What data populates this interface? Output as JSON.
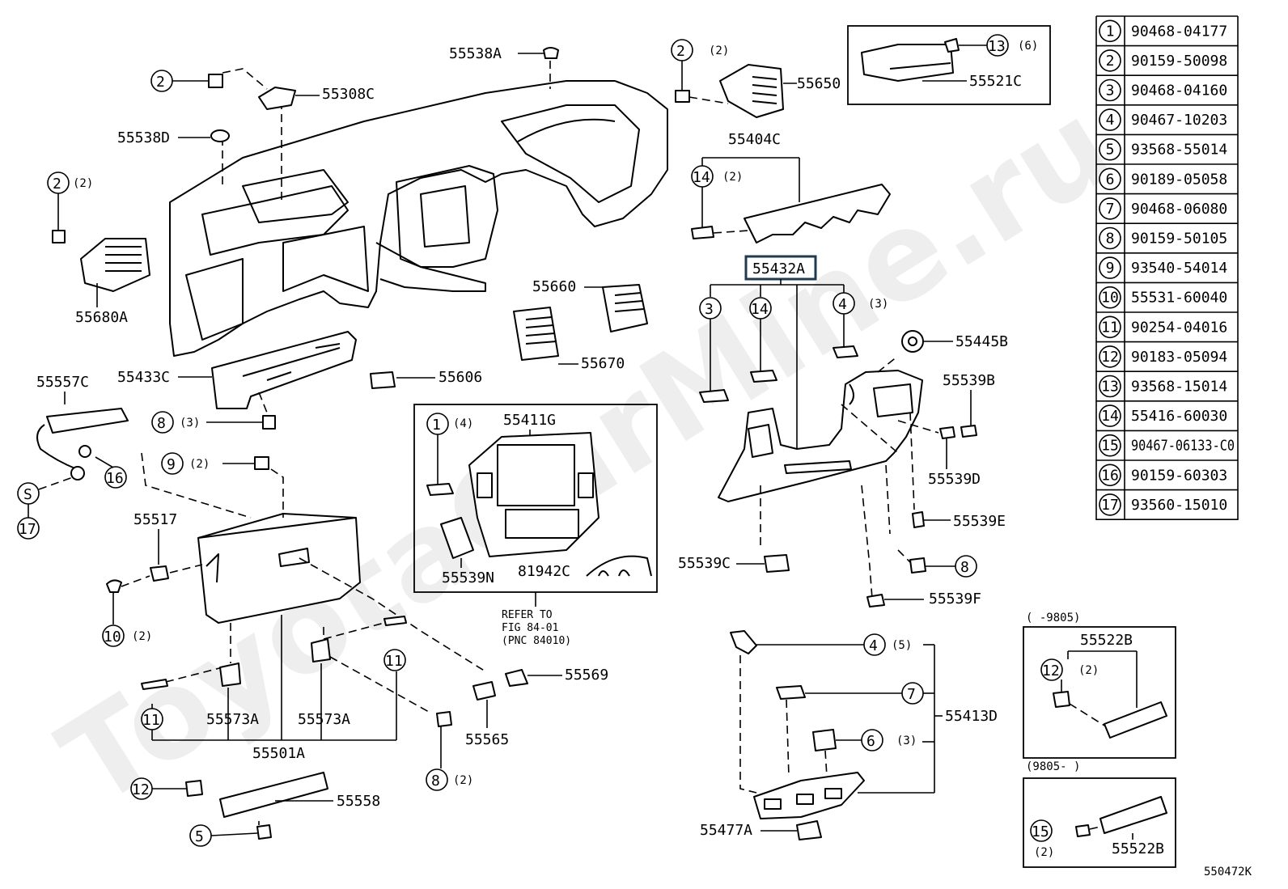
{
  "watermark": "ToyotaCarMine.ru",
  "diagram_id": "550472K",
  "labels": {
    "p55538A": "55538A",
    "p55308C": "55308C",
    "p55538D": "55538D",
    "p55680A": "55680A",
    "p55433C": "55433C",
    "p55606": "55606",
    "p55557C": "55557C",
    "p55660": "55660",
    "p55670": "55670",
    "p55650": "55650",
    "p55521C": "55521C",
    "p55404C": "55404C",
    "p55432A": "55432A",
    "p55445B": "55445B",
    "p55539B": "55539B",
    "p55539D": "55539D",
    "p55539E": "55539E",
    "p55539C": "55539C",
    "p55539F": "55539F",
    "p55411G": "55411G",
    "p55539N": "55539N",
    "p81942C": "81942C",
    "p55517": "55517",
    "p55501A": "55501A",
    "p55573A_1": "55573A",
    "p55573A_2": "55573A",
    "p55565": "55565",
    "p55569": "55569",
    "p55558": "55558",
    "p55413D": "55413D",
    "p55477A": "55477A",
    "p55522B_1": "55522B",
    "p55522B_2": "55522B"
  },
  "quantities": {
    "q2_top": "(2)",
    "q2_left": "(2)",
    "q14": "(2)",
    "q4_55432": "(3)",
    "q8_left": "(3)",
    "q9": "(2)",
    "q1_box": "(4)",
    "q13": "(6)",
    "q10": "(2)",
    "q4_lower": "(5)",
    "q6": "(3)",
    "q8_bottom": "(2)",
    "q12_box": "(2)",
    "q15_box": "(2)"
  },
  "refer": {
    "line1": "REFER TO",
    "line2": "FIG 84-01",
    "line3": "(PNC 84010)"
  },
  "date_ranges": {
    "upper": "(      -9805)",
    "lower": "(9805-      )"
  },
  "misc": {
    "s_symbol": "S"
  },
  "callouts": {
    "c1": "1",
    "c2": "2",
    "c3": "3",
    "c4": "4",
    "c5": "5",
    "c6": "6",
    "c7": "7",
    "c8": "8",
    "c9": "9",
    "c10": "10",
    "c11": "11",
    "c12": "12",
    "c13": "13",
    "c14": "14",
    "c15": "15",
    "c16": "16",
    "c17": "17"
  },
  "parts_table": [
    {
      "num": "1",
      "part": "90468-04177"
    },
    {
      "num": "2",
      "part": "90159-50098"
    },
    {
      "num": "3",
      "part": "90468-04160"
    },
    {
      "num": "4",
      "part": "90467-10203"
    },
    {
      "num": "5",
      "part": "93568-55014"
    },
    {
      "num": "6",
      "part": "90189-05058"
    },
    {
      "num": "7",
      "part": "90468-06080"
    },
    {
      "num": "8",
      "part": "90159-50105"
    },
    {
      "num": "9",
      "part": "93540-54014"
    },
    {
      "num": "10",
      "part": "55531-60040"
    },
    {
      "num": "11",
      "part": "90254-04016"
    },
    {
      "num": "12",
      "part": "90183-05094"
    },
    {
      "num": "13",
      "part": "93568-15014"
    },
    {
      "num": "14",
      "part": "55416-60030"
    },
    {
      "num": "15",
      "part": "90467-06133-C0"
    },
    {
      "num": "16",
      "part": "90159-60303"
    },
    {
      "num": "17",
      "part": "93560-15010"
    }
  ]
}
